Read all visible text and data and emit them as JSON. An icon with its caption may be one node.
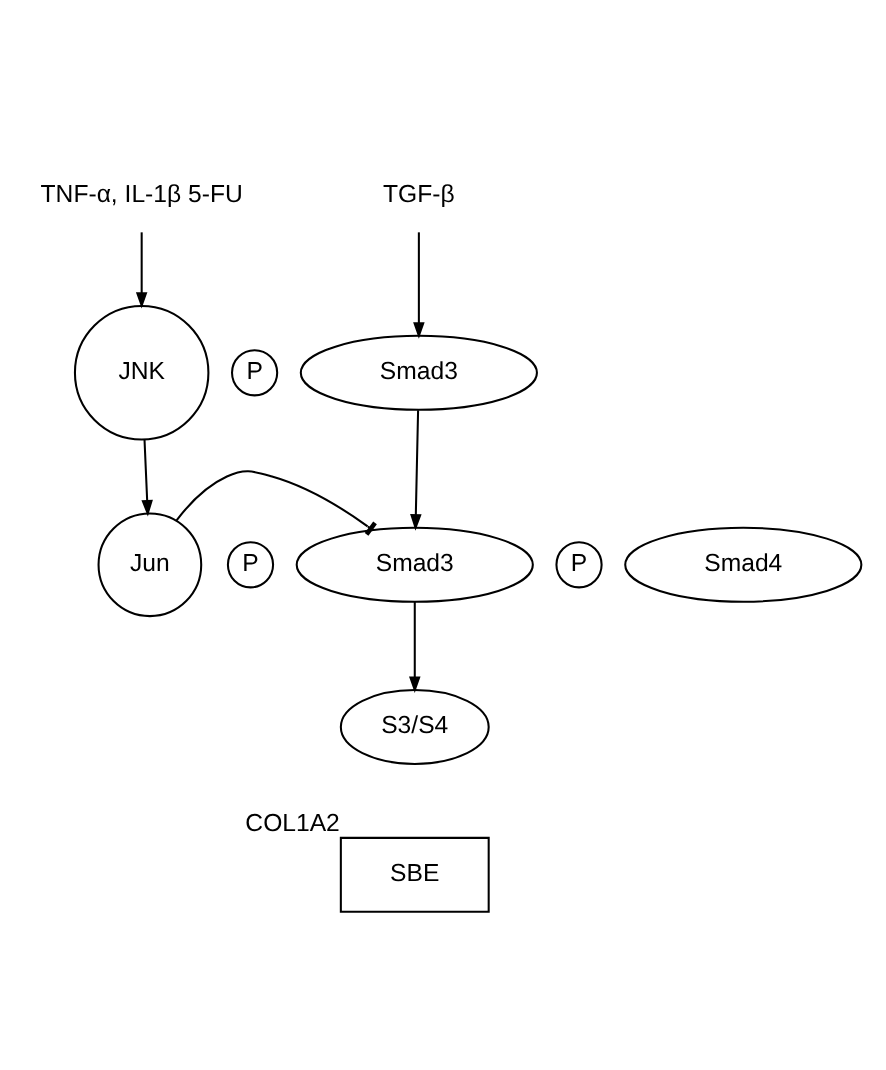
{
  "diagram": {
    "nodes": [
      {
        "text": [
          "TNF-α, IL-1β 5-FU"
        ]
      },
      {
        "text": [
          "TGF-β"
        ]
      },
      {
        "text": [
          "P"
        ]
      },
      {
        "text": [
          "Smad3"
        ]
      },
      {
        "text": [
          "JNK"
        ]
      },
      {
        "text": [
          "P"
        ]
      },
      {
        "text": [
          "Jun"
        ]
      },
      {
        "text": [
          "P"
        ]
      },
      {
        "text": [
          "Smad3"
        ]
      },
      {
        "text": [
          "Smad4"
        ]
      },
      {
        "text": [
          "S3/S4"
        ]
      },
      {
        "text": [
          "SBE"
        ],
        "beside": [
          "COL1A2"
        ]
      }
    ],
    "edges": [
      {
        "from": 0,
        "to": 4,
        "arrow": "to"
      },
      {
        "from": 4,
        "to": 6,
        "arrow": "to"
      },
      {
        "from": 1,
        "to": 3,
        "arrow": "to"
      },
      {
        "from": 3,
        "to": 8,
        "arrow": "to"
      },
      {
        "from": 6,
        "to": 8,
        "arrow": "other"
      },
      {
        "from": 8,
        "to": 10,
        "arrow": "to"
      }
    ]
  }
}
